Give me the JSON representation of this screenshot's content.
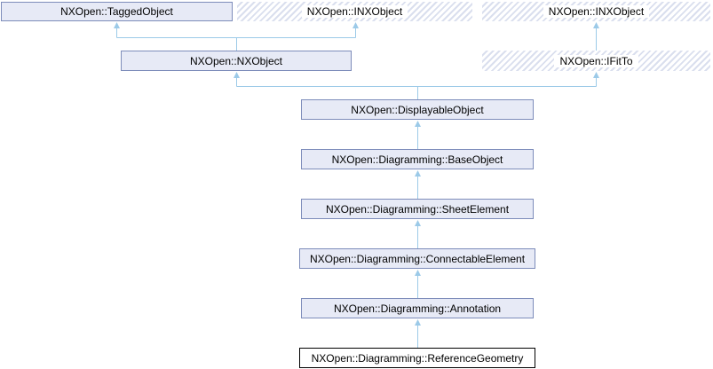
{
  "diagram": {
    "kind": "class-inheritance-graph",
    "focus_class": "NXOpen::Diagramming::ReferenceGeometry",
    "nodes": [
      {
        "id": "taggedobject",
        "label": "NXOpen::TaggedObject",
        "style": "solid",
        "documented": true
      },
      {
        "id": "inxobject-a",
        "label": "NXOpen::INXObject",
        "style": "hatched",
        "documented": false
      },
      {
        "id": "inxobject-b",
        "label": "NXOpen::INXObject",
        "style": "hatched",
        "documented": false
      },
      {
        "id": "nxobject",
        "label": "NXOpen::NXObject",
        "style": "solid",
        "documented": true
      },
      {
        "id": "ifitto",
        "label": "NXOpen::IFitTo",
        "style": "hatched",
        "documented": false
      },
      {
        "id": "displayableobject",
        "label": "NXOpen::DisplayableObject",
        "style": "solid",
        "documented": true
      },
      {
        "id": "baseobject",
        "label": "NXOpen::Diagramming::BaseObject",
        "style": "solid",
        "documented": true
      },
      {
        "id": "sheetelement",
        "label": "NXOpen::Diagramming::SheetElement",
        "style": "solid",
        "documented": true
      },
      {
        "id": "connectableelement",
        "label": "NXOpen::Diagramming::ConnectableElement",
        "style": "solid",
        "documented": true
      },
      {
        "id": "annotation",
        "label": "NXOpen::Diagramming::Annotation",
        "style": "solid",
        "documented": true
      },
      {
        "id": "referencegeometry",
        "label": "NXOpen::Diagramming::ReferenceGeometry",
        "style": "current",
        "documented": true
      }
    ],
    "edges": [
      {
        "from": "nxobject",
        "to": "taggedobject"
      },
      {
        "from": "nxobject",
        "to": "inxobject-a"
      },
      {
        "from": "ifitto",
        "to": "inxobject-b"
      },
      {
        "from": "displayableobject",
        "to": "nxobject"
      },
      {
        "from": "displayableobject",
        "to": "ifitto"
      },
      {
        "from": "baseobject",
        "to": "displayableobject"
      },
      {
        "from": "sheetelement",
        "to": "baseobject"
      },
      {
        "from": "connectableelement",
        "to": "sheetelement"
      },
      {
        "from": "annotation",
        "to": "connectableelement"
      },
      {
        "from": "referencegeometry",
        "to": "annotation"
      }
    ],
    "colors": {
      "node_fill": "#e7eaf6",
      "node_border": "#7d8cba",
      "hatch_stripe": "#dadfee",
      "hatch_border": "#8ba1d0",
      "edge_line": "#9ccae8",
      "focus_border": "#000000",
      "background": "#ffffff",
      "text": "#000000"
    }
  }
}
